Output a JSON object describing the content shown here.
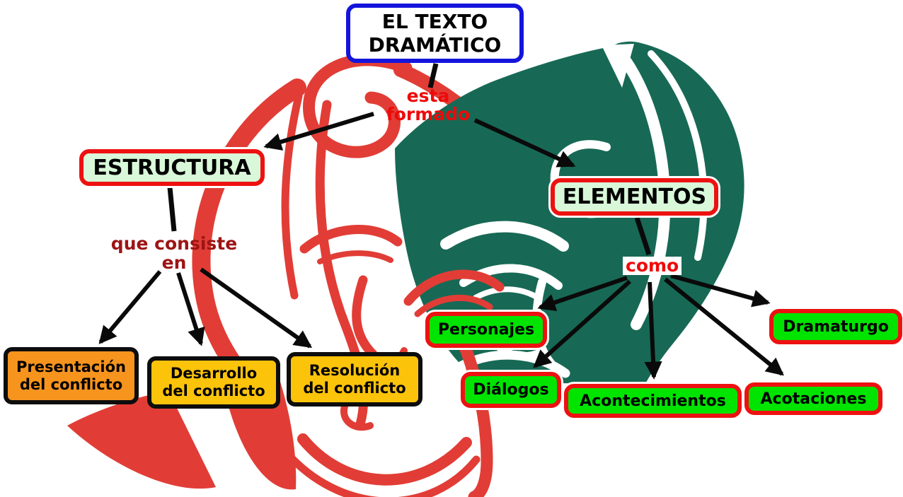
{
  "root": {
    "line1": "EL TEXTO",
    "line2": "DRAMÁTICO"
  },
  "connectors": {
    "esta_formado": {
      "line1": "esta",
      "line2": "formado"
    },
    "que_consiste": {
      "line1": "que consiste",
      "line2": "en"
    },
    "como": {
      "label": "como"
    }
  },
  "nodes": {
    "estructura": "ESTRUCTURA",
    "elementos": "ELEMENTOS"
  },
  "estructura_children": [
    {
      "line1": "Presentación",
      "line2": "del conflicto"
    },
    {
      "line1": "Desarrollo",
      "line2": "del conflicto"
    },
    {
      "line1": "Resolución",
      "line2": "del conflicto"
    }
  ],
  "elementos_children": [
    {
      "label": "Personajes"
    },
    {
      "label": "Diálogos"
    },
    {
      "label": "Acontecimientos"
    },
    {
      "label": "Acotaciones"
    },
    {
      "label": "Dramaturgo"
    }
  ],
  "illustrations": {
    "left_mask": "red-comedy-mask",
    "right_mask": "green-tragedy-mask"
  },
  "colors": {
    "title_border_blue": "#1414dc",
    "node_border_red": "#ee1111",
    "pale_green_bg": "#d9f8d9",
    "bright_green_bg": "#00e400",
    "orange_bg": "#f7941e",
    "gold_bg": "#fcc30b",
    "label_red": "#ee0a0a",
    "label_maroon": "#9d1414",
    "mask_red": "#e13d36",
    "mask_green": "#176955",
    "arrow_black": "#0a0a0a"
  }
}
